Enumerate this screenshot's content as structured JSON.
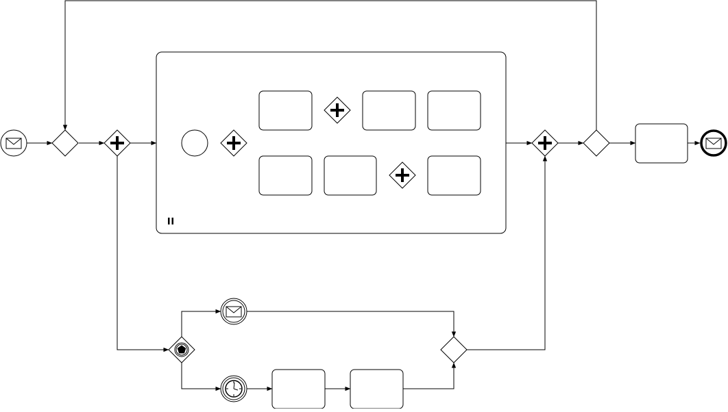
{
  "diagram": {
    "type": "bpmn-process",
    "stroke_color": "#000000",
    "fill_color": "#ffffff",
    "nodes": [
      {
        "id": "start-message-event",
        "kind": "message-start-event",
        "icon": "envelope-icon"
      },
      {
        "id": "loop-exclusive-gateway",
        "kind": "exclusive-gateway"
      },
      {
        "id": "main-parallel-split",
        "kind": "parallel-gateway",
        "icon": "plus-icon"
      },
      {
        "id": "subprocess",
        "kind": "subprocess",
        "marker": "parallel-multi-instance-icon"
      },
      {
        "id": "sub-start-event",
        "kind": "start-event"
      },
      {
        "id": "sub-parallel-split",
        "kind": "parallel-gateway",
        "icon": "plus-icon"
      },
      {
        "id": "sub-task-1",
        "kind": "task",
        "label": ""
      },
      {
        "id": "sub-parallel-join",
        "kind": "parallel-gateway",
        "icon": "plus-icon"
      },
      {
        "id": "sub-task-2",
        "kind": "task",
        "label": ""
      },
      {
        "id": "sub-task-3",
        "kind": "task",
        "label": ""
      },
      {
        "id": "sub-task-4",
        "kind": "task",
        "label": ""
      },
      {
        "id": "sub-task-5",
        "kind": "task",
        "label": ""
      },
      {
        "id": "sub-parallel-fork",
        "kind": "parallel-gateway",
        "icon": "plus-icon"
      },
      {
        "id": "sub-task-6",
        "kind": "task",
        "label": ""
      },
      {
        "id": "main-parallel-join",
        "kind": "parallel-gateway",
        "icon": "plus-icon"
      },
      {
        "id": "decision-gateway",
        "kind": "exclusive-gateway"
      },
      {
        "id": "final-task",
        "kind": "task",
        "label": ""
      },
      {
        "id": "end-message-event",
        "kind": "message-end-event",
        "icon": "envelope-icon"
      },
      {
        "id": "event-based-gateway",
        "kind": "event-based-gateway",
        "icon": "pentagon-icon"
      },
      {
        "id": "intermediate-message-catch",
        "kind": "intermediate-message-catch-event",
        "icon": "envelope-icon"
      },
      {
        "id": "intermediate-timer-catch",
        "kind": "intermediate-timer-catch-event",
        "icon": "clock-icon"
      },
      {
        "id": "timer-task-1",
        "kind": "task",
        "label": ""
      },
      {
        "id": "timer-task-2",
        "kind": "task",
        "label": ""
      },
      {
        "id": "merge-exclusive-gateway",
        "kind": "exclusive-gateway"
      }
    ],
    "flows": [
      {
        "from": "start-message-event",
        "to": "loop-exclusive-gateway"
      },
      {
        "from": "loop-exclusive-gateway",
        "to": "main-parallel-split"
      },
      {
        "from": "main-parallel-split",
        "to": "subprocess"
      },
      {
        "from": "main-parallel-split",
        "to": "event-based-gateway"
      },
      {
        "from": "sub-start-event",
        "to": "sub-parallel-split"
      },
      {
        "from": "sub-parallel-split",
        "to": "sub-task-1"
      },
      {
        "from": "sub-parallel-split",
        "to": "sub-task-4"
      },
      {
        "from": "sub-task-1",
        "to": "sub-parallel-join"
      },
      {
        "from": "sub-parallel-join",
        "to": "sub-task-2"
      },
      {
        "from": "sub-task-2",
        "to": "sub-task-3"
      },
      {
        "from": "sub-task-4",
        "to": "sub-task-5"
      },
      {
        "from": "sub-task-5",
        "to": "sub-parallel-fork"
      },
      {
        "from": "sub-parallel-fork",
        "to": "sub-task-6"
      },
      {
        "from": "sub-parallel-fork",
        "to": "sub-parallel-join"
      },
      {
        "from": "subprocess",
        "to": "main-parallel-join"
      },
      {
        "from": "main-parallel-join",
        "to": "decision-gateway"
      },
      {
        "from": "decision-gateway",
        "to": "final-task"
      },
      {
        "from": "decision-gateway",
        "to": "loop-exclusive-gateway"
      },
      {
        "from": "final-task",
        "to": "end-message-event"
      },
      {
        "from": "event-based-gateway",
        "to": "intermediate-message-catch"
      },
      {
        "from": "event-based-gateway",
        "to": "intermediate-timer-catch"
      },
      {
        "from": "intermediate-message-catch",
        "to": "merge-exclusive-gateway"
      },
      {
        "from": "intermediate-timer-catch",
        "to": "timer-task-1"
      },
      {
        "from": "timer-task-1",
        "to": "timer-task-2"
      },
      {
        "from": "timer-task-2",
        "to": "merge-exclusive-gateway"
      },
      {
        "from": "merge-exclusive-gateway",
        "to": "main-parallel-join"
      }
    ]
  }
}
